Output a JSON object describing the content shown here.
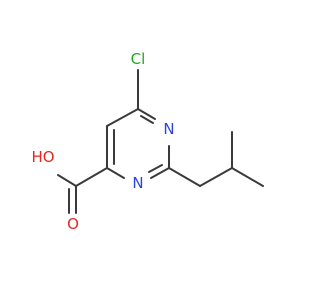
{
  "molecule": {
    "atoms": {
      "chlorine": {
        "label": "Cl",
        "color": "#1fa81f"
      },
      "nitrogen_top": {
        "label": "N",
        "color": "#2b45d8"
      },
      "nitrogen_bottom": {
        "label": "N",
        "color": "#2b45d8"
      },
      "hydroxyl": {
        "label": "HO",
        "color": "#e8271d"
      },
      "carbonyl_oxygen": {
        "label": "O",
        "color": "#e8271d"
      }
    },
    "bond_color": "#3a3a3a"
  }
}
